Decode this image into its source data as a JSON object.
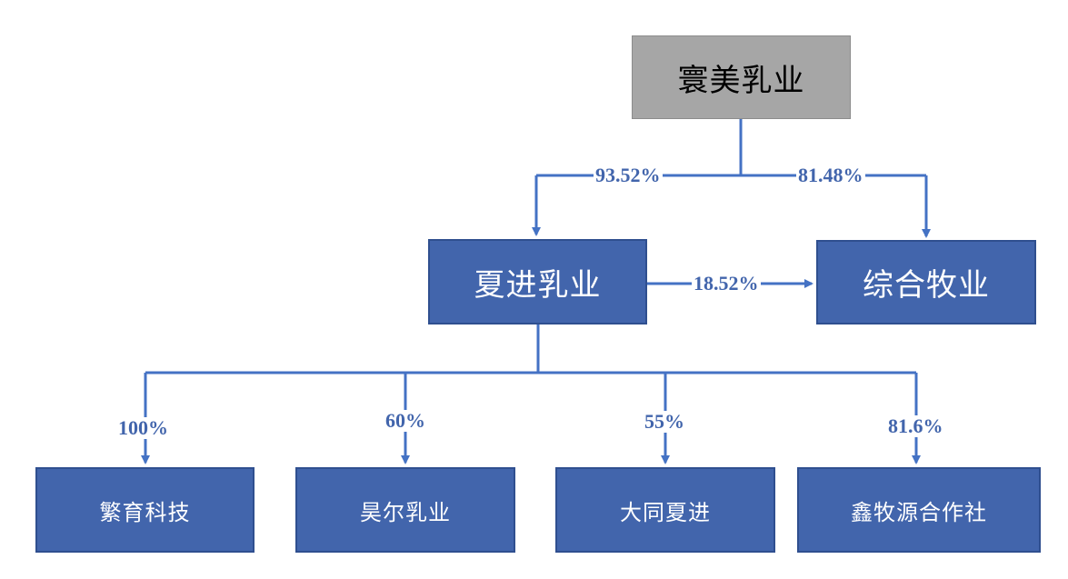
{
  "nodes": {
    "root": "寰美乳业",
    "xiajin": "夏进乳业",
    "zonghe": "综合牧业",
    "fanyu": "繁育科技",
    "haoer": "昊尔乳业",
    "datong": "大同夏进",
    "xinmu": "鑫牧源合作社"
  },
  "edges": {
    "root_to_xiajin": "93.52%",
    "root_to_zonghe": "81.48%",
    "xiajin_to_zonghe": "18.52%",
    "xiajin_to_fanyu": "100%",
    "xiajin_to_haoer": "60%",
    "xiajin_to_datong": "55%",
    "xiajin_to_xinmu": "81.6%"
  },
  "colors": {
    "box_blue": "#4265ac",
    "root_gray": "#a6a6a6",
    "line_blue": "#4472c4"
  }
}
